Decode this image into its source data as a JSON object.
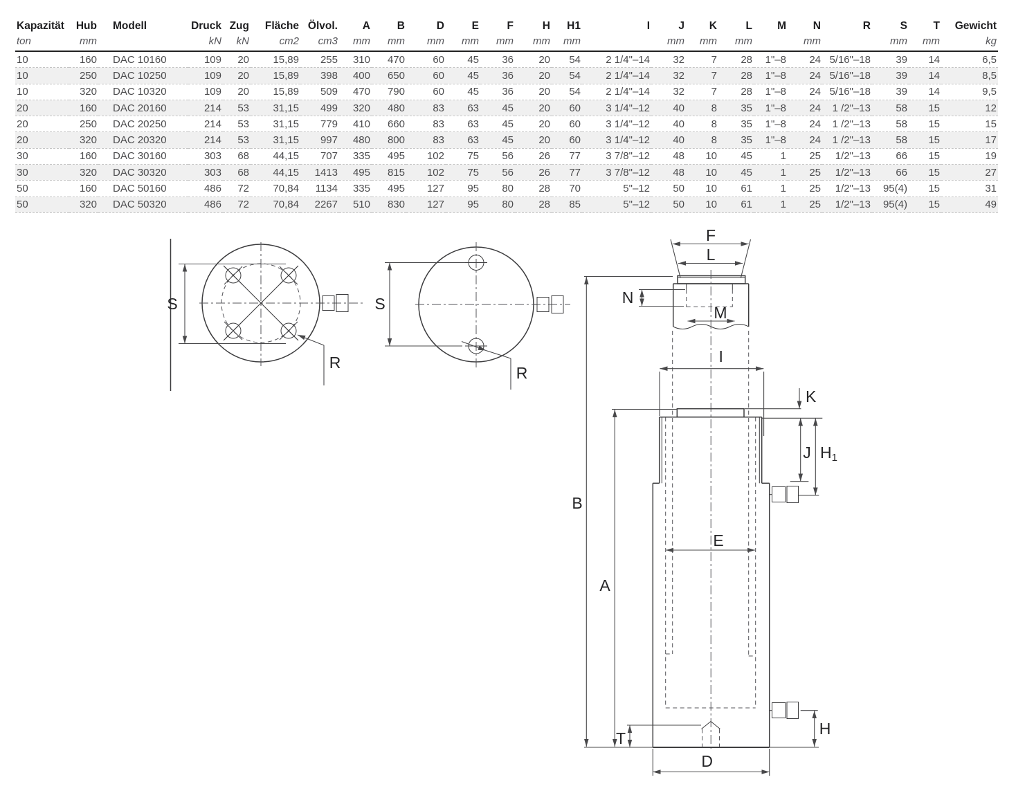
{
  "colors": {
    "line": "#3d3d3f",
    "table_text": "#4c4c4e",
    "header_text": "#1d1d1f",
    "unit_text": "#55555a",
    "row_stripe": "#f0f0f0",
    "row_divider": "#c4c4c4"
  },
  "table": {
    "columns": [
      {
        "label": "Kapazität",
        "unit": "ton"
      },
      {
        "label": "Hub",
        "unit": "mm"
      },
      {
        "label": "Modell",
        "unit": ""
      },
      {
        "label": "Druck",
        "unit": "kN"
      },
      {
        "label": "Zug",
        "unit": "kN"
      },
      {
        "label": "Fläche",
        "unit": "cm2"
      },
      {
        "label": "Ölvol.",
        "unit": "cm3"
      },
      {
        "label": "A",
        "unit": "mm"
      },
      {
        "label": "B",
        "unit": "mm"
      },
      {
        "label": "D",
        "unit": "mm"
      },
      {
        "label": "E",
        "unit": "mm"
      },
      {
        "label": "F",
        "unit": "mm"
      },
      {
        "label": "H",
        "unit": "mm"
      },
      {
        "label": "H1",
        "unit": "mm"
      },
      {
        "label": "I",
        "unit": ""
      },
      {
        "label": "J",
        "unit": "mm"
      },
      {
        "label": "K",
        "unit": "mm"
      },
      {
        "label": "L",
        "unit": "mm"
      },
      {
        "label": "M",
        "unit": ""
      },
      {
        "label": "N",
        "unit": "mm"
      },
      {
        "label": "R",
        "unit": ""
      },
      {
        "label": "S",
        "unit": "mm"
      },
      {
        "label": "T",
        "unit": "mm"
      },
      {
        "label": "Gewicht",
        "unit": "kg"
      }
    ],
    "rows": [
      [
        "10",
        "160",
        "DAC 10160",
        "109",
        "20",
        "15,89",
        "255",
        "310",
        "470",
        "60",
        "45",
        "36",
        "20",
        "54",
        "2 1/4\"–14",
        "32",
        "7",
        "28",
        "1\"–8",
        "24",
        "5/16\"–18",
        "39",
        "14",
        "6,5"
      ],
      [
        "10",
        "250",
        "DAC 10250",
        "109",
        "20",
        "15,89",
        "398",
        "400",
        "650",
        "60",
        "45",
        "36",
        "20",
        "54",
        "2 1/4\"–14",
        "32",
        "7",
        "28",
        "1\"–8",
        "24",
        "5/16\"–18",
        "39",
        "14",
        "8,5"
      ],
      [
        "10",
        "320",
        "DAC 10320",
        "109",
        "20",
        "15,89",
        "509",
        "470",
        "790",
        "60",
        "45",
        "36",
        "20",
        "54",
        "2 1/4\"–14",
        "32",
        "7",
        "28",
        "1\"–8",
        "24",
        "5/16\"–18",
        "39",
        "14",
        "9,5"
      ],
      [
        "20",
        "160",
        "DAC 20160",
        "214",
        "53",
        "31,15",
        "499",
        "320",
        "480",
        "83",
        "63",
        "45",
        "20",
        "60",
        "3 1/4\"–12",
        "40",
        "8",
        "35",
        "1\"–8",
        "24",
        "1 /2\"–13",
        "58",
        "15",
        "12"
      ],
      [
        "20",
        "250",
        "DAC 20250",
        "214",
        "53",
        "31,15",
        "779",
        "410",
        "660",
        "83",
        "63",
        "45",
        "20",
        "60",
        "3 1/4\"–12",
        "40",
        "8",
        "35",
        "1\"–8",
        "24",
        "1 /2\"–13",
        "58",
        "15",
        "15"
      ],
      [
        "20",
        "320",
        "DAC 20320",
        "214",
        "53",
        "31,15",
        "997",
        "480",
        "800",
        "83",
        "63",
        "45",
        "20",
        "60",
        "3 1/4\"–12",
        "40",
        "8",
        "35",
        "1\"–8",
        "24",
        "1 /2\"–13",
        "58",
        "15",
        "17"
      ],
      [
        "30",
        "160",
        "DAC 30160",
        "303",
        "68",
        "44,15",
        "707",
        "335",
        "495",
        "102",
        "75",
        "56",
        "26",
        "77",
        "3 7/8\"–12",
        "48",
        "10",
        "45",
        "1",
        "25",
        "1/2\"–13",
        "66",
        "15",
        "19"
      ],
      [
        "30",
        "320",
        "DAC 30320",
        "303",
        "68",
        "44,15",
        "1413",
        "495",
        "815",
        "102",
        "75",
        "56",
        "26",
        "77",
        "3 7/8\"–12",
        "48",
        "10",
        "45",
        "1",
        "25",
        "1/2\"–13",
        "66",
        "15",
        "27"
      ],
      [
        "50",
        "160",
        "DAC 50160",
        "486",
        "72",
        "70,84",
        "1134",
        "335",
        "495",
        "127",
        "95",
        "80",
        "28",
        "70",
        "5\"–12",
        "50",
        "10",
        "61",
        "1",
        "25",
        "1/2\"–13",
        "95(4)",
        "15",
        "31"
      ],
      [
        "50",
        "320",
        "DAC 50320",
        "486",
        "72",
        "70,84",
        "2267",
        "510",
        "830",
        "127",
        "95",
        "80",
        "28",
        "85",
        "5\"–12",
        "50",
        "10",
        "61",
        "1",
        "25",
        "1/2\"–13",
        "95(4)",
        "15",
        "49"
      ]
    ]
  },
  "diagram": {
    "labels": {
      "f": "F",
      "l": "L",
      "n": "N",
      "m": "M",
      "i": "I",
      "k": "K",
      "j": "J",
      "h1": "H",
      "h1_sub": "1",
      "b": "B",
      "a": "A",
      "e": "E",
      "t": "T",
      "h": "H",
      "d": "D",
      "s_left": "S",
      "s_mid": "S",
      "r_left": "R",
      "r_mid": "R"
    }
  }
}
